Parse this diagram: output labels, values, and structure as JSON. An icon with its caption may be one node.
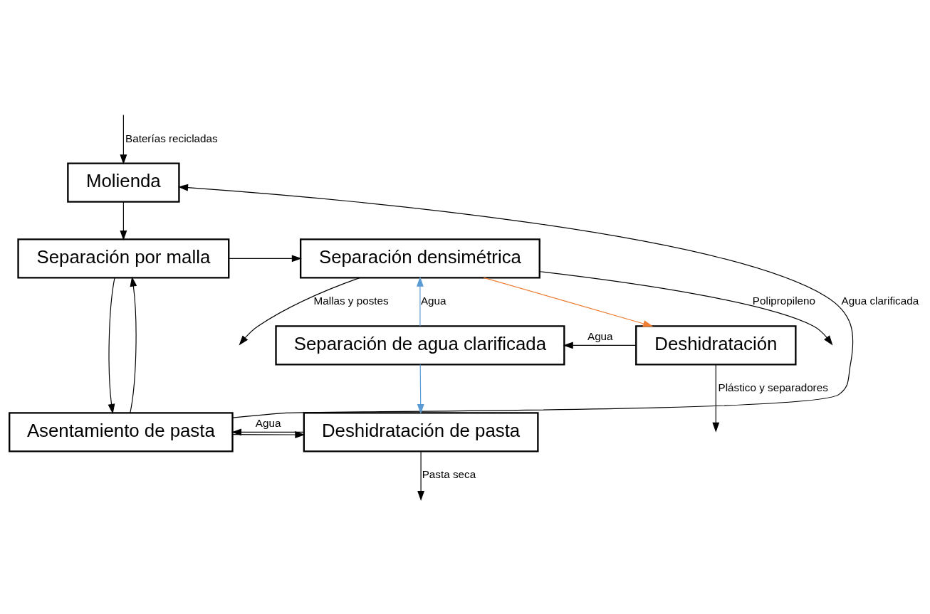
{
  "diagram": {
    "nodes": [
      {
        "text": [
          "Molienda"
        ]
      },
      {
        "text": [
          "Separación por malla"
        ]
      },
      {
        "text": [
          "Separación densimétrica"
        ]
      },
      {
        "text": [
          "Asentamiento de pasta"
        ]
      },
      {
        "text": [
          "Deshidratación de pasta"
        ]
      },
      {
        "text": [
          "Separación de agua clarificada"
        ]
      },
      {
        "text": [
          "Deshidratación"
        ]
      }
    ],
    "edges": [
      {
        "from": null,
        "to": 0,
        "arrow": "to",
        "label": "Baterías recicladas"
      },
      {
        "from": 0,
        "to": 1,
        "arrow": "to"
      },
      {
        "from": 1,
        "to": 2,
        "arrow": "to"
      },
      {
        "from": 1,
        "to": 3,
        "arrow": "to"
      },
      {
        "from": 3,
        "to": 0,
        "arrow": "to",
        "label": "Agua clarificada"
      },
      {
        "from": 3,
        "to": 1,
        "arrow": "to"
      },
      {
        "from": 2,
        "to": null,
        "arrow": "to",
        "label": "Polipropileno"
      },
      {
        "from": 2,
        "to": null,
        "arrow": "to",
        "label": "Mallas y postes"
      },
      {
        "from": 3,
        "to": 4,
        "arrow": "to"
      },
      {
        "from": 4,
        "to": null,
        "arrow": "to",
        "label": "Pasta seca"
      },
      {
        "from": 4,
        "to": 3,
        "arrow": "to",
        "label": "Agua"
      },
      {
        "from": 6,
        "to": 5,
        "arrow": "to",
        "label": "Agua"
      },
      {
        "from": 5,
        "to": 2,
        "arrow": "to",
        "label": "Agua",
        "color": "#5b9bd5"
      },
      {
        "from": 5,
        "to": 4,
        "arrow": "to",
        "color": "#5b9bd5"
      },
      {
        "from": 2,
        "to": 6,
        "arrow": "to",
        "color": "#ed7d31"
      },
      {
        "from": 6,
        "to": null,
        "arrow": "to",
        "label": "Plástico y separadores"
      }
    ]
  }
}
